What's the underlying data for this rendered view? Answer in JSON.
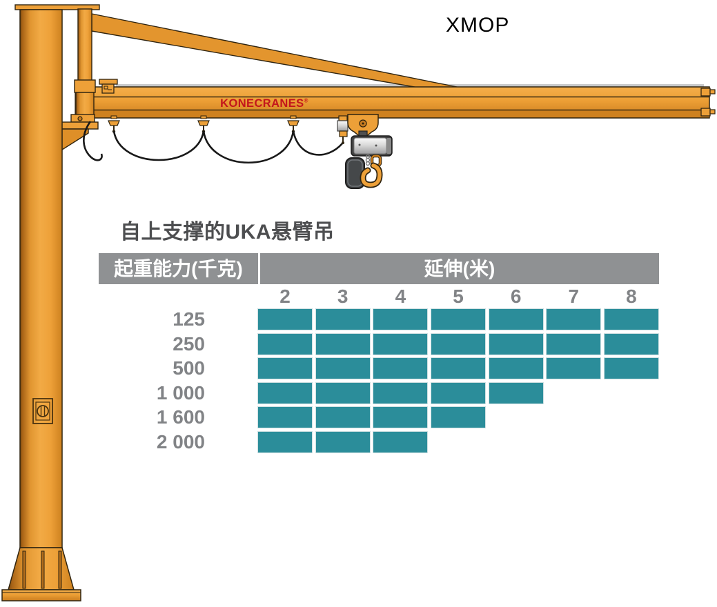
{
  "model_label": "XMOP",
  "crane": {
    "brand": "KONECRANES",
    "brand_mark": "®",
    "brand_color": "#C3161C",
    "body_color": "#EDA038",
    "body_dark": "#C97C1D",
    "outline_color": "#2F2410",
    "hoist_gray": "#424242",
    "cable_color": "#191919"
  },
  "capacity_chart": {
    "title": "自上支撑的UKA悬臂吊",
    "capacity_header": "起重能力(千克)",
    "reach_header": "延伸(米)",
    "reach_columns": [
      "2",
      "3",
      "4",
      "5",
      "6",
      "7",
      "8"
    ],
    "rows": [
      {
        "capacity": "125",
        "filled": 7
      },
      {
        "capacity": "250",
        "filled": 7
      },
      {
        "capacity": "500",
        "filled": 7
      },
      {
        "capacity": "1 000",
        "filled": 5
      },
      {
        "capacity": "1 600",
        "filled": 4
      },
      {
        "capacity": "2 000",
        "filled": 3
      }
    ],
    "colors": {
      "header_bg": "#8F9193",
      "cell": "#2B8D9A",
      "cell_border": "#CFE0E2",
      "label": "#818386",
      "title": "#4D4E50"
    }
  },
  "chart_data": {
    "type": "heatmap",
    "title": "自上支撑的UKA悬臂吊",
    "xlabel": "延伸(米)",
    "ylabel": "起重能力(千克)",
    "x": [
      2,
      3,
      4,
      5,
      6,
      7,
      8
    ],
    "categories": [
      "125",
      "250",
      "500",
      "1 000",
      "1 600",
      "2 000"
    ],
    "series": [
      {
        "name": "125",
        "reach_m": [
          2,
          3,
          4,
          5,
          6,
          7,
          8
        ]
      },
      {
        "name": "250",
        "reach_m": [
          2,
          3,
          4,
          5,
          6,
          7,
          8
        ]
      },
      {
        "name": "500",
        "reach_m": [
          2,
          3,
          4,
          5,
          6,
          7,
          8
        ]
      },
      {
        "name": "1 000",
        "reach_m": [
          2,
          3,
          4,
          5,
          6
        ]
      },
      {
        "name": "1 600",
        "reach_m": [
          2,
          3,
          4,
          5
        ]
      },
      {
        "name": "2 000",
        "reach_m": [
          2,
          3,
          4
        ]
      }
    ],
    "legend": "off",
    "grid": "off"
  }
}
